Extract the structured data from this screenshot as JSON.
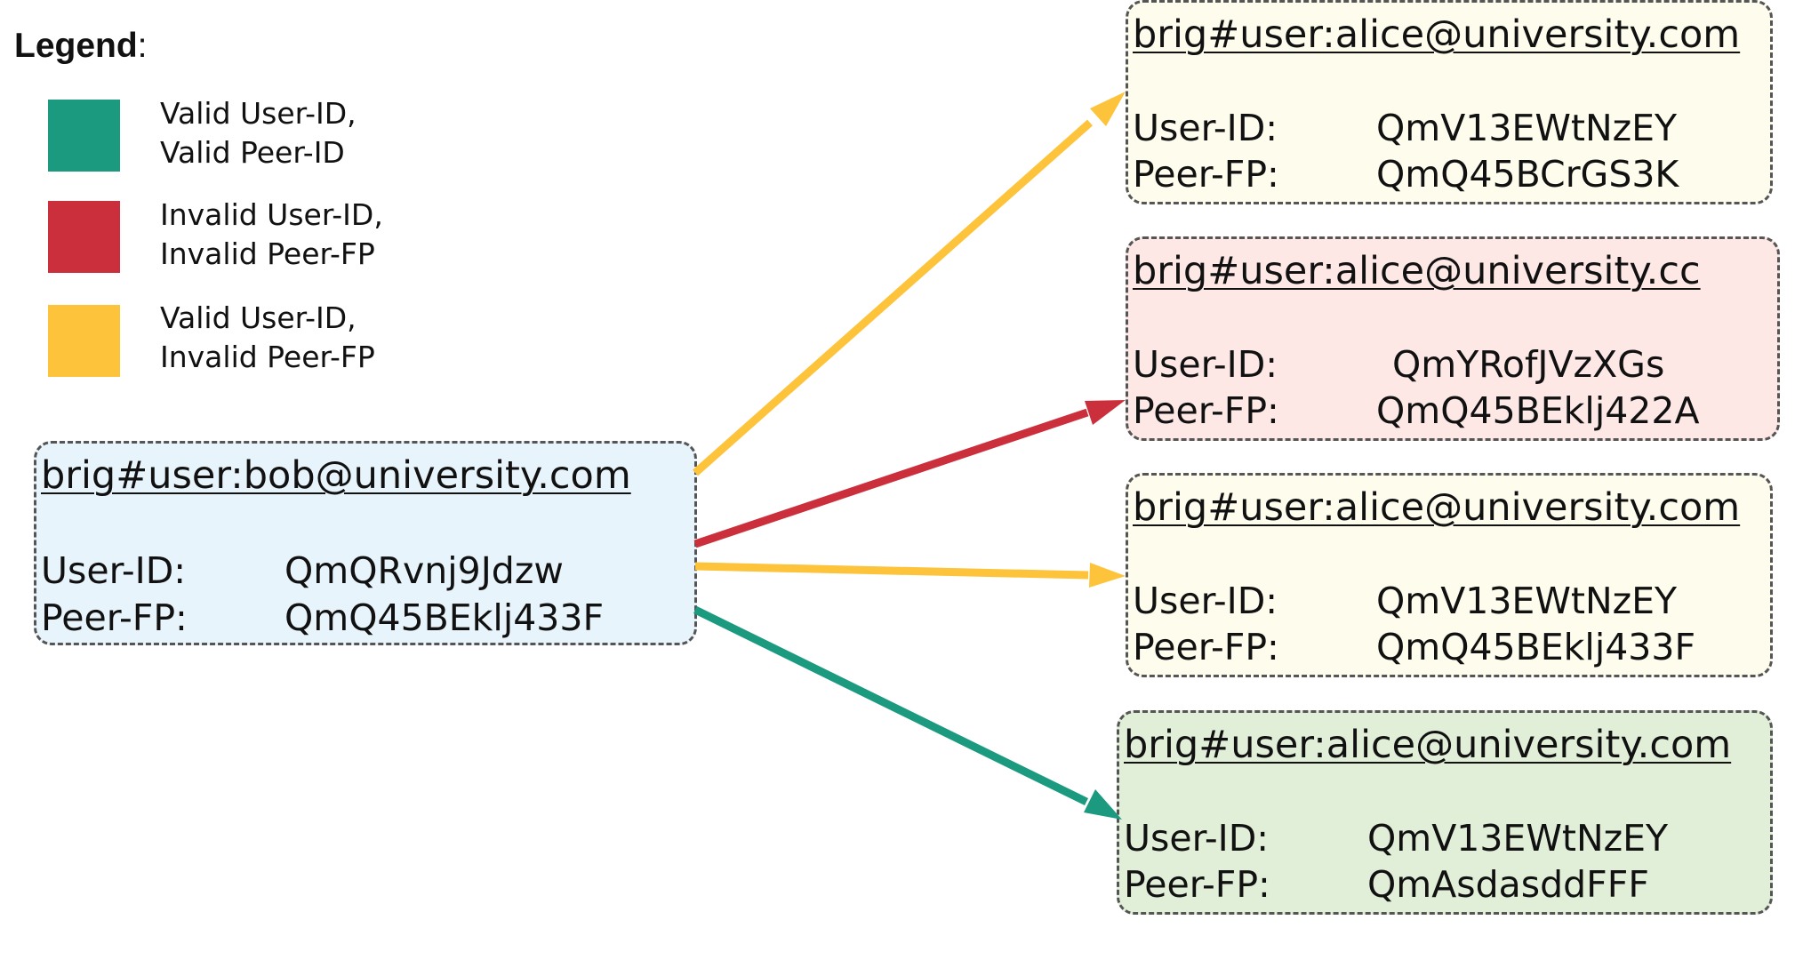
{
  "colors": {
    "valid": "#1b9a80",
    "invalid": "#cc2f3c",
    "partial": "#fcc33b",
    "box_blue": "#e8f4fb",
    "box_yellow": "#fefcec",
    "box_red": "#fde8e6",
    "box_green": "#e1efd8",
    "dash_border": "#555555"
  },
  "legend": {
    "title": "Legend",
    "title_suffix": ":",
    "items": [
      {
        "color": "valid",
        "line1": "Valid User-ID,",
        "line2": "Valid Peer-ID"
      },
      {
        "color": "invalid",
        "line1": "Invalid User-ID,",
        "line2": "Invalid Peer-FP"
      },
      {
        "color": "partial",
        "line1": "Valid User-ID,",
        "line2": "Invalid Peer-FP"
      }
    ]
  },
  "source": {
    "name": "brig#user:bob@university.com",
    "user_id_label": "User-ID:",
    "user_id": "QmQRvnj9Jdzw",
    "peer_fp_label": "Peer-FP:",
    "peer_fp": "QmQ45BEklj433F"
  },
  "targets": [
    {
      "status": "partial",
      "name": "brig#user:alice@university.com",
      "user_id_label": "User-ID:",
      "user_id": "QmV13EWtNzEY",
      "peer_fp_label": "Peer-FP:",
      "peer_fp": "QmQ45BCrGS3K"
    },
    {
      "status": "invalid",
      "name": "brig#user:alice@university.cc",
      "user_id_label": "User-ID:",
      "user_id": "QmYRofJVzXGs",
      "peer_fp_label": "Peer-FP:",
      "peer_fp": "QmQ45BEklj422A"
    },
    {
      "status": "partial",
      "name": "brig#user:alice@university.com",
      "user_id_label": "User-ID:",
      "user_id": "QmV13EWtNzEY",
      "peer_fp_label": "Peer-FP:",
      "peer_fp": "QmQ45BEklj433F"
    },
    {
      "status": "valid",
      "name": "brig#user:alice@university.com",
      "user_id_label": "User-ID:",
      "user_id": "QmV13EWtNzEY",
      "peer_fp_label": "Peer-FP:",
      "peer_fp": "QmAsdasddFFF"
    }
  ]
}
